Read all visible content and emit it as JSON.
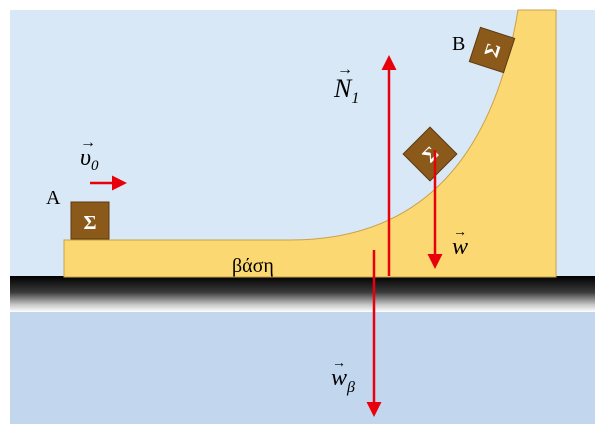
{
  "labels": {
    "point_a": "A",
    "point_b": "B",
    "base": "βάση",
    "block_letter": "Σ"
  },
  "vectors": {
    "v0": {
      "symbol": "υ",
      "subscript": "0"
    },
    "normal": {
      "symbol": "N",
      "subscript": "1"
    },
    "weight_block": {
      "symbol": "w"
    },
    "weight_base": {
      "symbol": "w",
      "subscript": "β"
    }
  },
  "colors": {
    "background": "#d9e8f7",
    "background_lower": "#c2d7ee",
    "base_fill": "#fcd873",
    "block_fill": "#8b5a1b",
    "arrow": "#e8000b",
    "ground": "#111111"
  }
}
